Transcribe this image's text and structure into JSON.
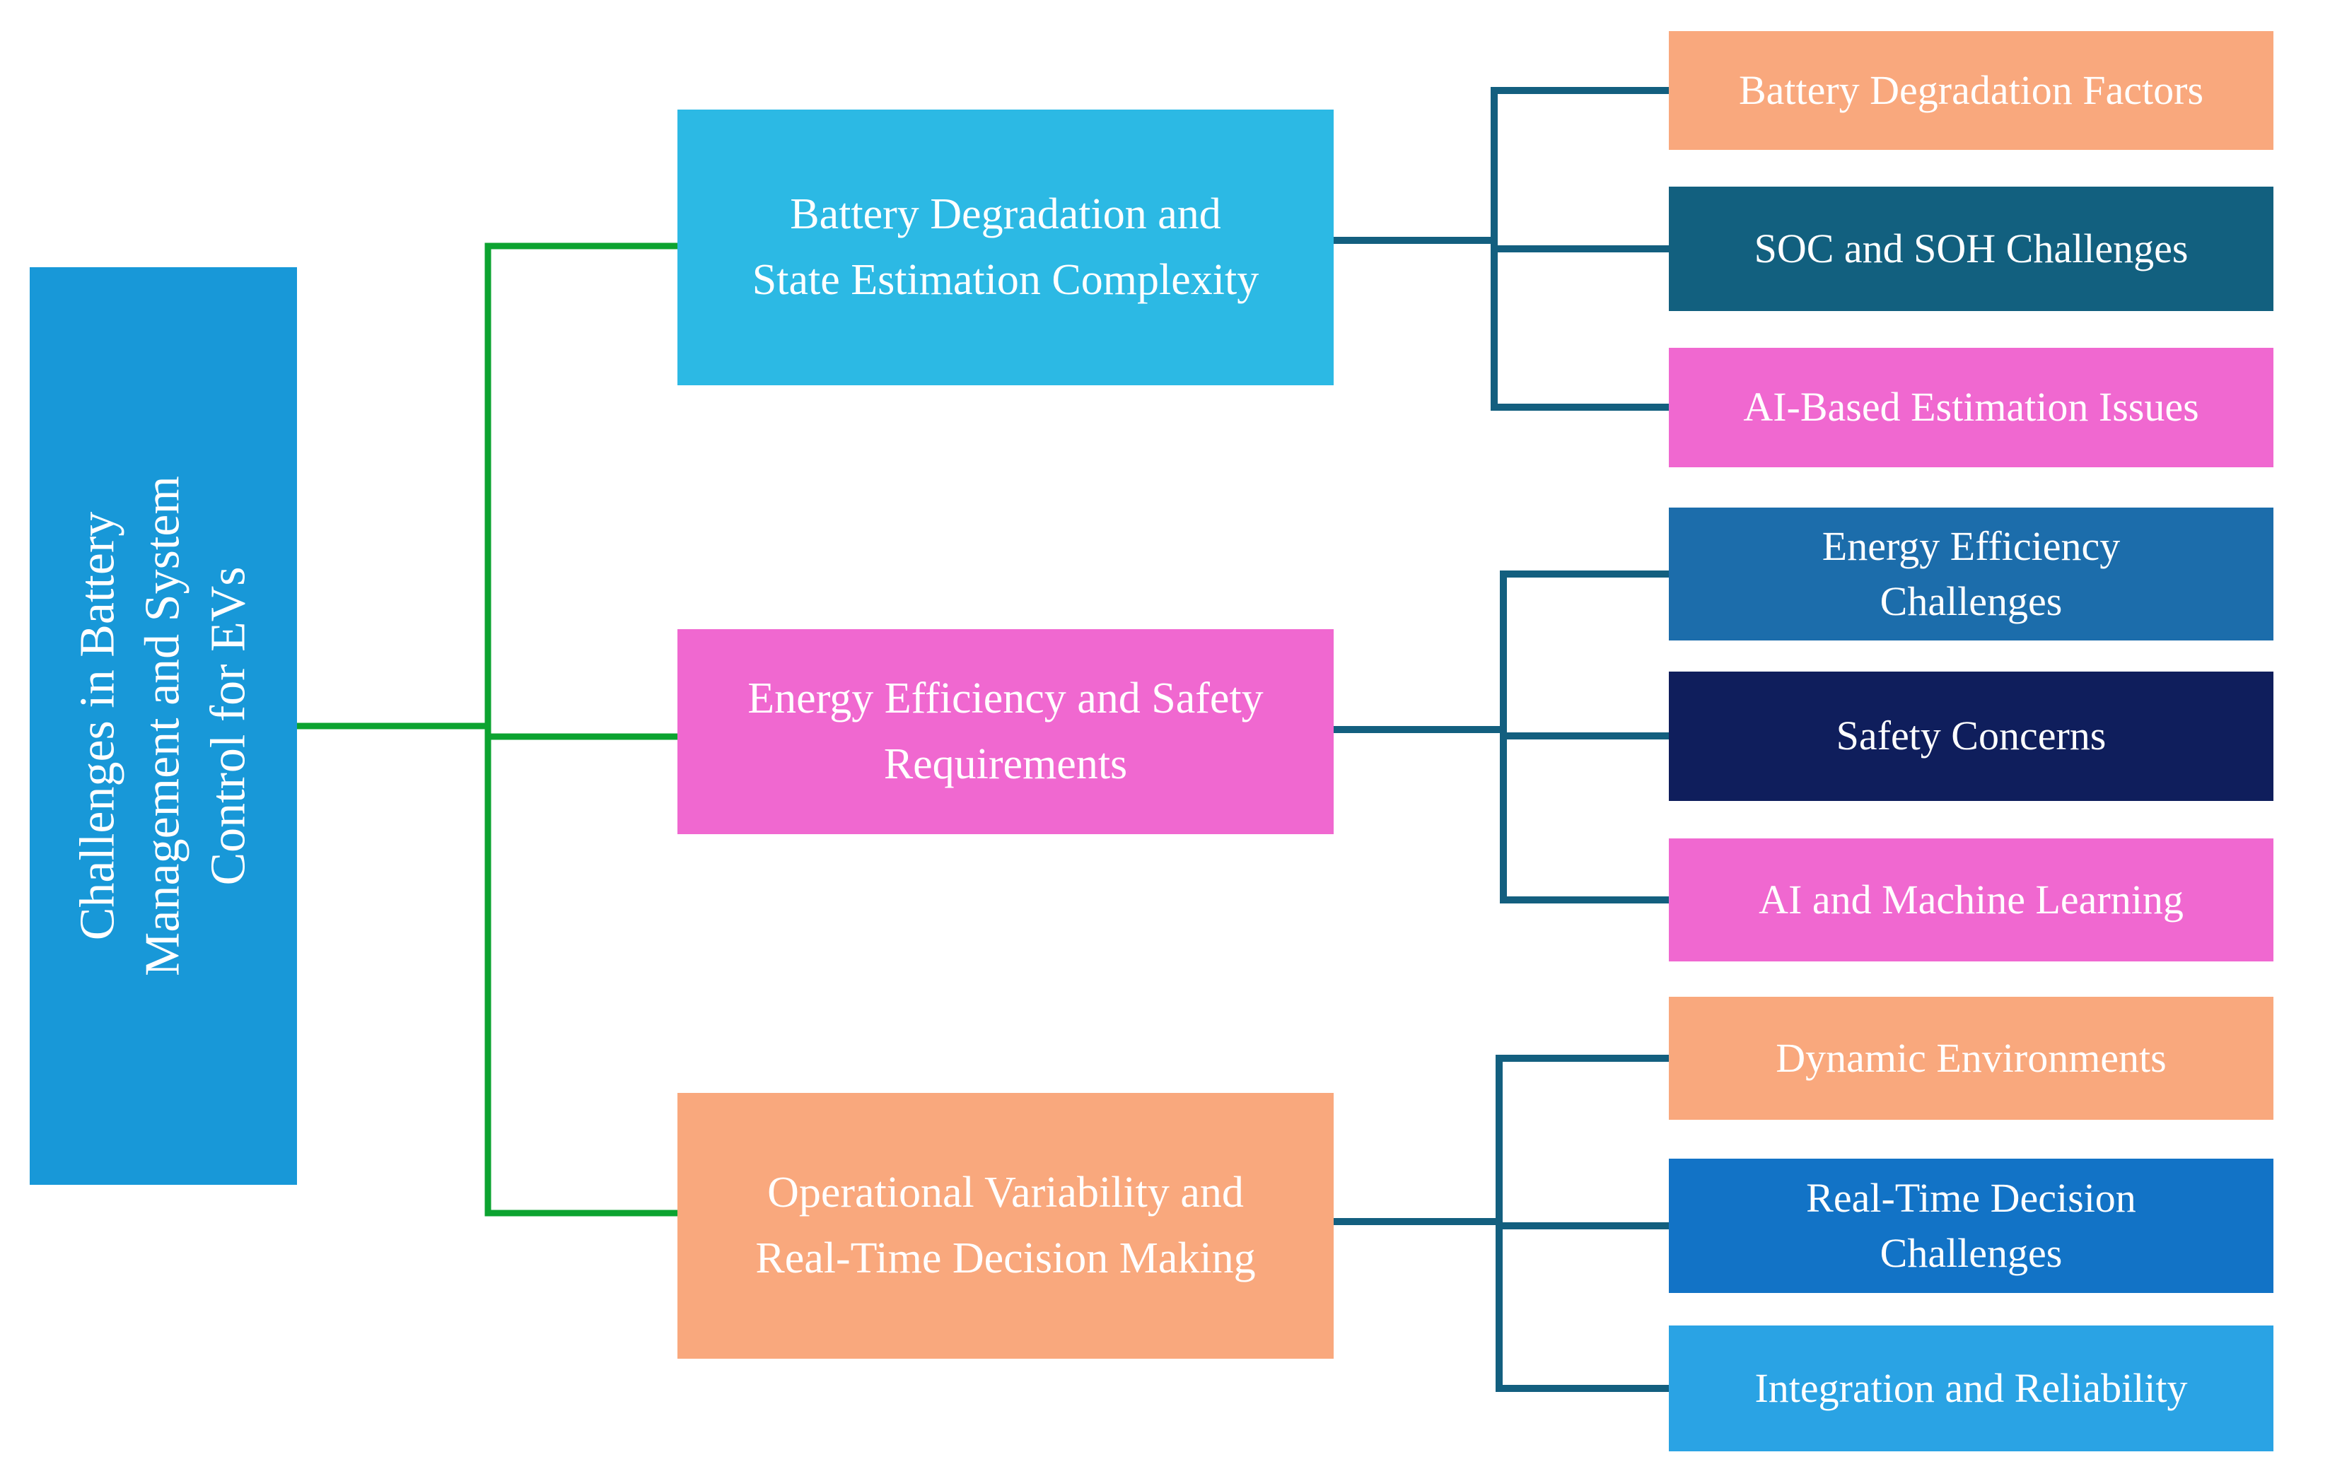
{
  "root": {
    "label": "Challenges in Battery Management and System Control for EVs",
    "lines": [
      "Challenges in Battery",
      "Management and System",
      "Control for EVs"
    ],
    "color": "#1898D8",
    "text_color": "#FFFFFF"
  },
  "branches": [
    {
      "label": "Battery Degradation and State Estimation Complexity",
      "lines": [
        "Battery Degradation and",
        "State Estimation Complexity"
      ],
      "color": "#2CB9E4",
      "children": [
        {
          "label": "Battery Degradation Factors",
          "lines": [
            "Battery Degradation Factors"
          ],
          "color": "#F9A87D"
        },
        {
          "label": "SOC and SOH Challenges",
          "lines": [
            "SOC and SOH Challenges"
          ],
          "color": "#12607F"
        },
        {
          "label": "AI-Based Estimation Issues",
          "lines": [
            "AI-Based Estimation Issues"
          ],
          "color": "#F068D0"
        }
      ]
    },
    {
      "label": "Energy Efficiency and Safety Requirements",
      "lines": [
        "Energy Efficiency and Safety",
        "Requirements"
      ],
      "color": "#F068D0",
      "children": [
        {
          "label": "Energy Efficiency Challenges",
          "lines": [
            "Energy Efficiency",
            "Challenges"
          ],
          "color": "#1C6DAB"
        },
        {
          "label": "Safety Concerns",
          "lines": [
            "Safety Concerns"
          ],
          "color": "#0F1E5C"
        },
        {
          "label": "AI and Machine Learning",
          "lines": [
            "AI and Machine Learning"
          ],
          "color": "#F068D0"
        }
      ]
    },
    {
      "label": "Operational Variability and Real-Time Decision Making",
      "lines": [
        "Operational Variability and",
        "Real-Time Decision Making"
      ],
      "color": "#F9A87D",
      "children": [
        {
          "label": "Dynamic Environments",
          "lines": [
            "Dynamic Environments"
          ],
          "color": "#F9A87D"
        },
        {
          "label": "Real-Time Decision Challenges",
          "lines": [
            "Real-Time Decision",
            "Challenges"
          ],
          "color": "#1273C6"
        },
        {
          "label": "Integration and Reliability",
          "lines": [
            "Integration and Reliability"
          ],
          "color": "#2AA3E4"
        }
      ]
    }
  ],
  "connectors": {
    "root_to_branch_color": "#0CA330",
    "branch_to_leaf_color": "#135F7F"
  },
  "background_color": "#FFFFFF",
  "text_color": "#FFFFFF"
}
